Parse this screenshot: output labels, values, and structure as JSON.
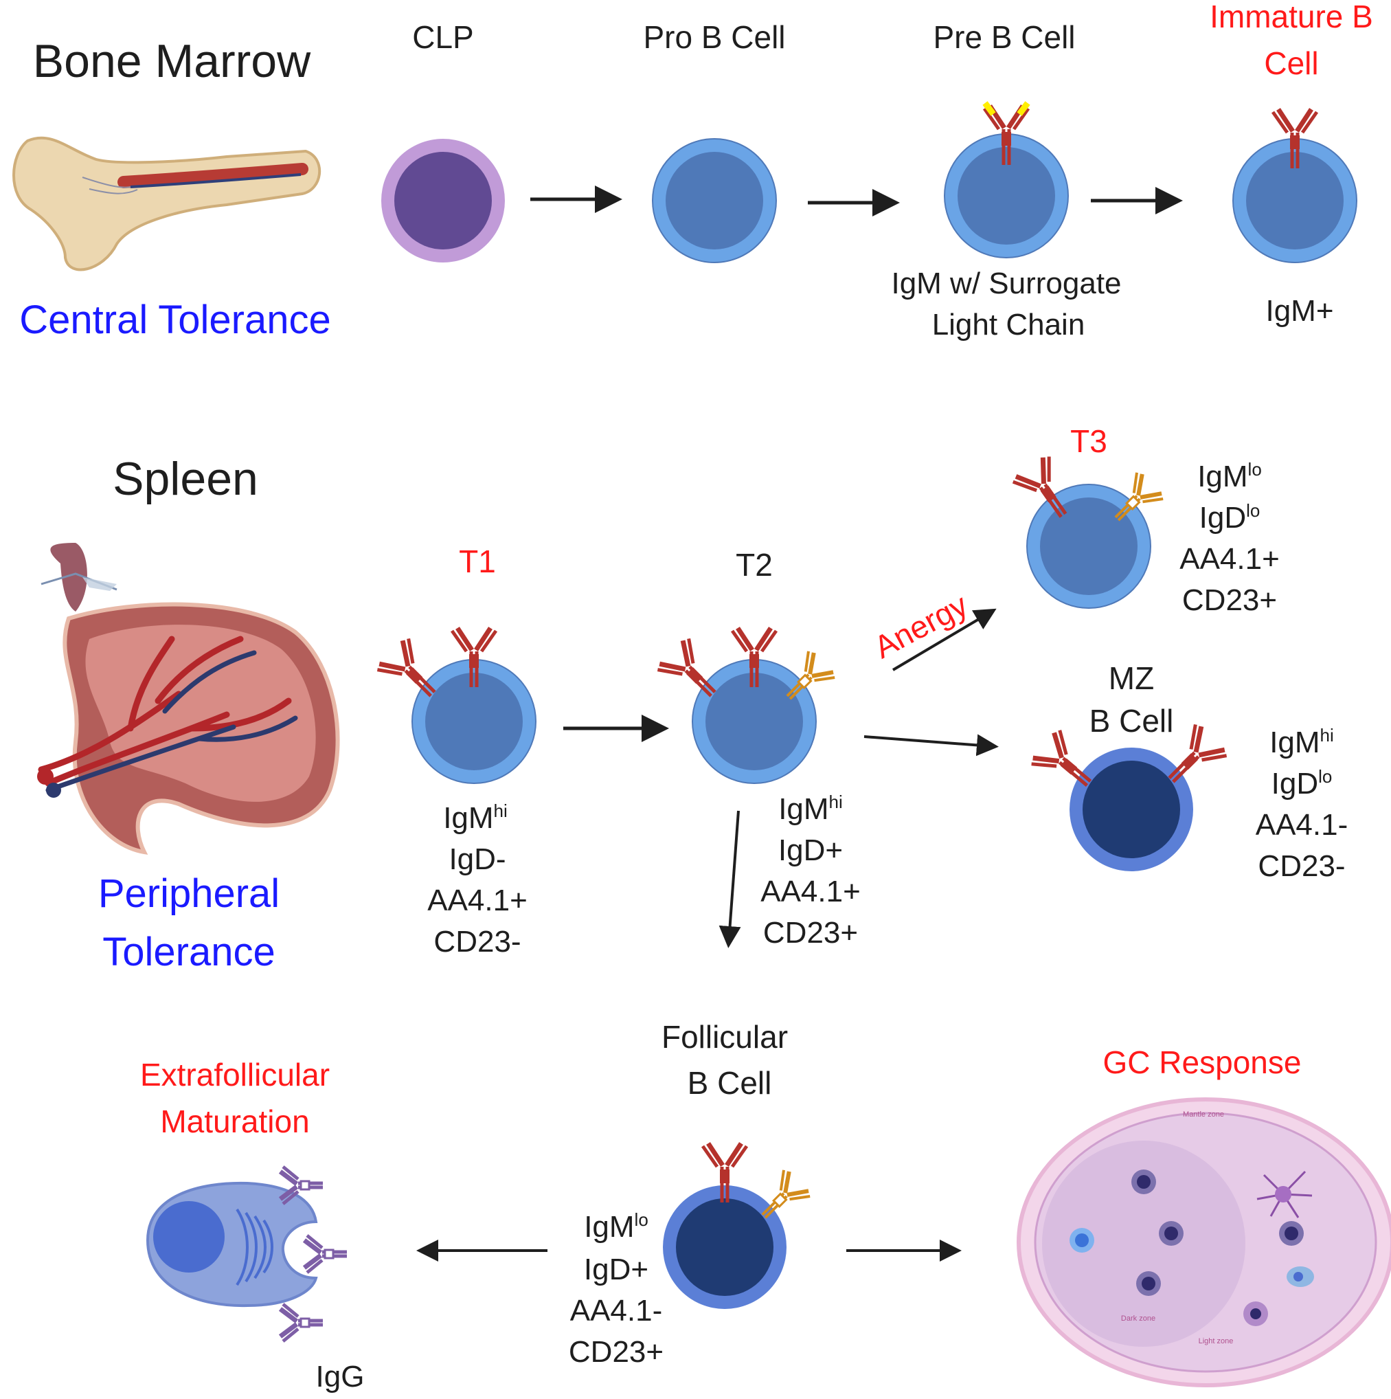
{
  "bone_marrow": {
    "heading": "Bone Marrow",
    "category": "Central Tolerance",
    "stages": {
      "clp": "CLP",
      "pro_b": "Pro B Cell",
      "pre_b": "Pre B Cell",
      "immature_b_line1": "Immature B",
      "immature_b_line2": "Cell"
    },
    "pre_b_marker_line1": "IgM w/ Surrogate",
    "pre_b_marker_line2": "Light Chain",
    "immature_marker": "IgM+"
  },
  "spleen": {
    "heading": "Spleen",
    "category_line1": "Peripheral",
    "category_line2": "Tolerance",
    "t1": {
      "label": "T1",
      "markers": [
        "IgM",
        "hi",
        "IgD-",
        "AA4.1+",
        "CD23-"
      ]
    },
    "t2": {
      "label": "T2",
      "markers": [
        "IgM",
        "hi",
        "IgD+",
        "AA4.1+",
        "CD23+"
      ]
    },
    "t3": {
      "label": "T3",
      "markers": [
        "IgM",
        "lo",
        "IgD",
        "lo",
        "AA4.1+",
        "CD23+"
      ]
    },
    "anergy": "Anergy",
    "mz": {
      "label_line1": "MZ",
      "label_line2": "B Cell",
      "markers": [
        "IgM",
        "hi",
        "IgD",
        "lo",
        "AA4.1-",
        "CD23-"
      ]
    },
    "follicular": {
      "label_line1": "Follicular",
      "label_line2": "B Cell",
      "markers": [
        "IgM",
        "lo",
        "IgD+",
        "AA4.1-",
        "CD23+"
      ]
    },
    "extrafollicular_line1": "Extrafollicular",
    "extrafollicular_line2": "Maturation",
    "igg": "IgG",
    "gc_response": "GC Response",
    "gc_zones": {
      "mantle": "Mantle zone",
      "dark": "Dark zone",
      "light": "Light zone"
    }
  },
  "colors": {
    "stage_highlight": "#ff1a1a",
    "category_text": "#1a1aff",
    "cell_membrane": "#6aa4e6",
    "cell_nucleus": "#4f79b8",
    "clp_membrane": "#c19bd8",
    "clp_nucleus": "#614a93",
    "mature_membrane": "#5b7fd6",
    "mature_nucleus": "#1f3b73",
    "igm_receptor": "#b5322c",
    "igd_receptor": "#d38c1c",
    "surrogate_chain": "#ffee00",
    "igg_antibody": "#7d5ea6"
  }
}
